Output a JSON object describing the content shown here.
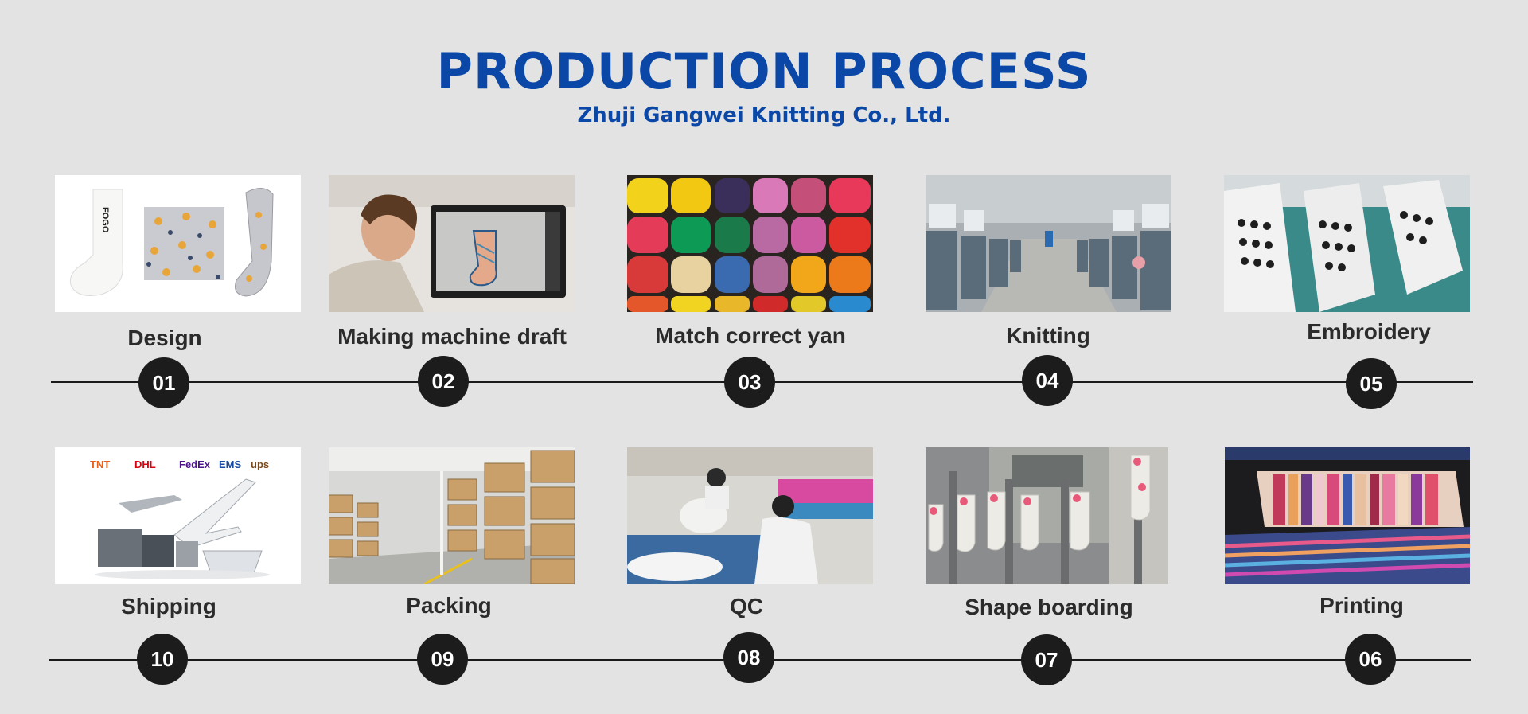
{
  "header": {
    "title": "PRODUCTION PROCESS",
    "subtitle": "Zhuji Gangwei Knitting Co., Ltd."
  },
  "steps": [
    {
      "number": "01",
      "label": "Design",
      "image": "sock-design-image"
    },
    {
      "number": "02",
      "label": "Making machine draft",
      "image": "designer-at-monitor-image"
    },
    {
      "number": "03",
      "label": "Match correct yan",
      "image": "yarn-spools-image"
    },
    {
      "number": "04",
      "label": "Knitting",
      "image": "knitting-machines-image"
    },
    {
      "number": "05",
      "label": "Embroidery",
      "image": "embroidery-machine-image"
    },
    {
      "number": "06",
      "label": "Printing",
      "image": "printing-roller-image"
    },
    {
      "number": "07",
      "label": "Shape boarding",
      "image": "sock-boarding-image"
    },
    {
      "number": "08",
      "label": "QC",
      "image": "quality-control-workers-image"
    },
    {
      "number": "09",
      "label": "Packing",
      "image": "warehouse-boxes-image"
    },
    {
      "number": "10",
      "label": "Shipping",
      "image": "shipping-transport-image"
    }
  ],
  "shipping_logos": [
    "TNT",
    "DHL",
    "FedEx",
    "EMS",
    "ups"
  ],
  "sock_text": "FOGO",
  "colors": {
    "title": "#0b47a6",
    "background": "#e3e3e3",
    "circle": "#1c1c1c"
  }
}
